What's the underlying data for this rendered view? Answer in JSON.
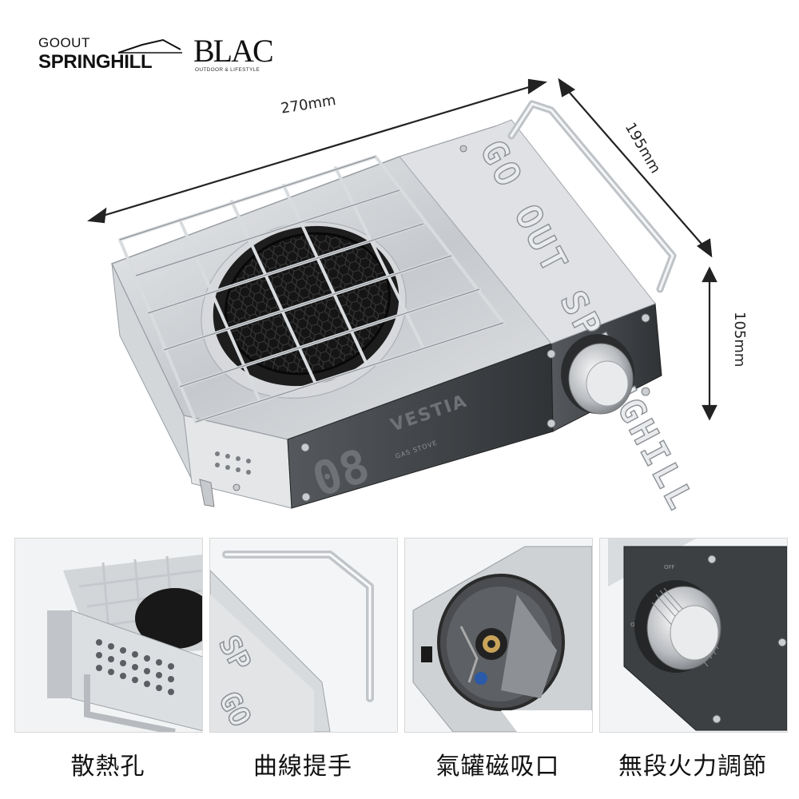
{
  "brand": {
    "goout_small": "GOOUT",
    "goout_big": "SPRINGHILL",
    "blac_big": "BLAC",
    "blac_small": "OUTDOOR & LIFESTYLE"
  },
  "product": {
    "stamp_text": "GO OUT SPRINGHILL",
    "model_number": "08",
    "model_name": "VESTIA",
    "subtitle": "GAS STOVE",
    "knob_off": "OFF",
    "knob_on": "ON"
  },
  "dimensions": {
    "width": "270mm",
    "depth": "195mm",
    "height": "105mm"
  },
  "details": [
    {
      "caption": "散熱孔",
      "icon": "vent-holes"
    },
    {
      "caption": "曲線提手",
      "icon": "curved-handle"
    },
    {
      "caption": "氣罐磁吸口",
      "icon": "magnetic-canister-port"
    },
    {
      "caption": "無段火力調節",
      "icon": "flame-knob"
    }
  ],
  "colors": {
    "steel": "#c9ccd0",
    "steel_dark": "#8a8f95",
    "panel": "#3e4144",
    "burner": "#1a1a1a",
    "background": "#ffffff"
  }
}
